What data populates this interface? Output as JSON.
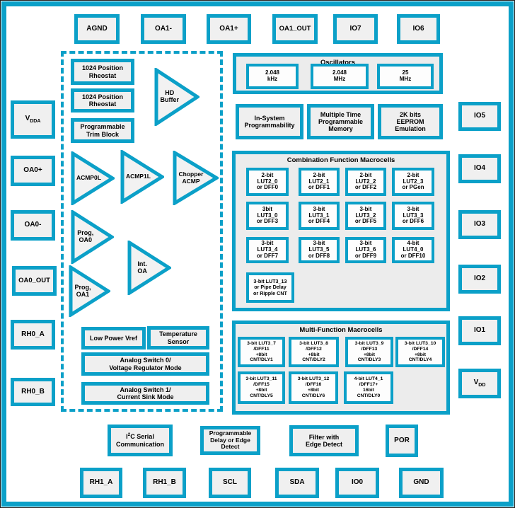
{
  "colors": {
    "teal": "#0ba0c8",
    "box_fill": "#efefef",
    "cell_fill": "#fdfdfd",
    "text": "#000000"
  },
  "pins": {
    "agnd": "AGND",
    "oa1n": "OA1-",
    "oa1p": "OA1+",
    "oa1out": "OA1_OUT",
    "io7": "IO7",
    "io6": "IO6",
    "vdda": {
      "base": "V",
      "sub": "DDA"
    },
    "oa0p": "OA0+",
    "oa0n": "OA0-",
    "oa0out": "OA0_OUT",
    "rh0a": "RH0_A",
    "rh0b": "RH0_B",
    "io5": "IO5",
    "io4": "IO4",
    "io3": "IO3",
    "io2": "IO2",
    "io1": "IO1",
    "vdd": {
      "base": "V",
      "sub": "DD"
    },
    "rh1a": "RH1_A",
    "rh1b": "RH1_B",
    "scl": "SCL",
    "sda": "SDA",
    "io0": "IO0",
    "gnd": "GND"
  },
  "analog": {
    "rheostat_1": "1024 Position\nRheostat",
    "rheostat_2": "1024 Position\nRheostat",
    "trim_block": "Programmable\nTrim Block",
    "hd_buffer": "HD\nBuffer",
    "acmp0l": "ACMP0L",
    "acmp1l": "ACMP1L",
    "chopper_acmp": "Chopper\nACMP",
    "prog_oa0": "Prog,\nOA0",
    "prog_oa1": "Prog,\nOA1",
    "int_oa": "Int.\nOA",
    "low_power_vref": "Low Power Vref",
    "temp_sensor": "Temperature\nSensor",
    "analog_switch_0": "Analog Switch 0/\nVoltage Regulator Mode",
    "analog_switch_1": "Analog Switch 1/\nCurrent Sink Mode"
  },
  "oscillators": {
    "title": "Oscillators",
    "osc_khz": "2.048\nkHz",
    "osc_mhz": "2.048\nMHz",
    "osc_25mhz": "25\nMHz"
  },
  "features": {
    "isp": "In-System\nProgrammability",
    "mtp": "Multiple Time\nProgrammable\nMemory",
    "eeprom": "2K bits\nEEPROM\nEmulation"
  },
  "cfm": {
    "title": "Combination Function Macrocells",
    "cells": [
      "2-bit\nLUT2_0\nor DFF0",
      "2-bit\nLUT2_1\nor DFF1",
      "2-bit\nLUT2_2\nor DFF2",
      "2-bit\nLUT2_3\nor PGen",
      "3bit\nLUT3_0\nor DFF3",
      "3-bit\nLUT3_1\nor DFF4",
      "3-bit\nLUT3_2\nor DFF5",
      "3-bit\nLUT3_3\nor DFF6",
      "3-bit\nLUT3_4\nor DFF7",
      "3-bit\nLUT3_5\nor DFF8",
      "3-bit\nLUT3_6\nor DFF9",
      "4-bit\nLUT4_0\nor DFF10",
      "3-bit LUT3_13\nor Pipe Delay\nor Ripple CNT"
    ]
  },
  "mfm": {
    "title": "Multi-Function Macrocells",
    "cells": [
      "3-bit LUT3_7\n/DFF11\n+8bit\nCNT/DLY1",
      "3-bit LUT3_8\n/DFF12\n+8bit\nCNT/DLY2",
      "3-bit LUT3_9\n/DFF13\n+8bit\nCNT/DLY3",
      "3-bit LUT3_10\n/DFF14\n+8bit\nCNT/DLY4",
      "3-bit LUT3_11\n/DFF15\n+8bit\nCNT/DLY5",
      "3-bit LUT3_12\n/DFF16\n+8bit\nCNT/DLY6",
      "4-bit LUT4_1\n/DFF17+\n16bit\nCNT/DLY0"
    ]
  },
  "bottom_features": {
    "i2c": {
      "pre": "I",
      "sup": "2",
      "post": "C Serial\nCommunication"
    },
    "prog_delay": "Programmable\nDelay or Edge\nDetect",
    "filter": "Filter with\nEdge Detect",
    "por": "POR"
  }
}
